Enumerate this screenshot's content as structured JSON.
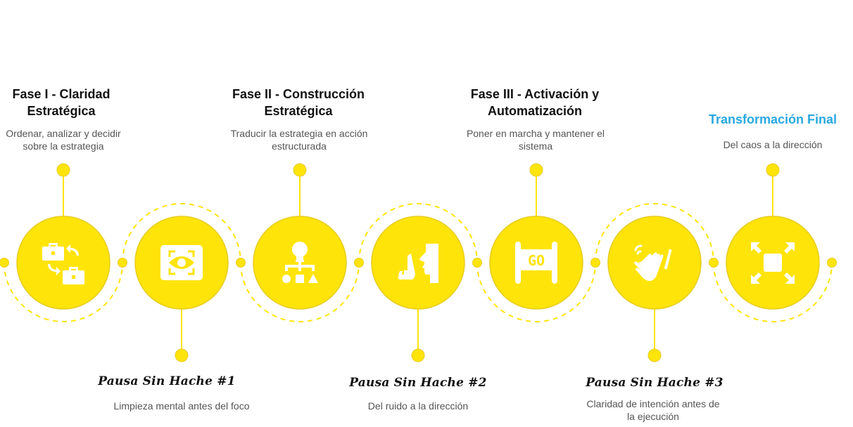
{
  "colors": {
    "yellow": "#FFE40A",
    "yellow_stroke": "#E8CC20",
    "accent_blue": "#29A8E0",
    "title_text": "#111111",
    "desc_text": "#555555"
  },
  "phases": [
    {
      "title_line1": "Fase I - Claridad",
      "title_line2": "Estratégica",
      "desc_line1": "Ordenar, analizar y decidir",
      "desc_line2": "sobre la estrategia",
      "icon": "toolbox-exchange-icon",
      "position": "top"
    },
    {
      "title": "Pausa Sin Hache #1",
      "desc_line1": "Limpieza mental antes del foco",
      "desc_line2": "",
      "icon": "focus-eye-icon",
      "position": "bottom"
    },
    {
      "title_line1": "Fase II - Construcción",
      "title_line2": "Estratégica",
      "desc_line1": "Traducir la estrategia en acción",
      "desc_line2": "estructurada",
      "icon": "idea-hierarchy-icon",
      "position": "top"
    },
    {
      "title": "Pausa Sin Hache #2",
      "desc_line1": "Del ruido a la dirección",
      "desc_line2": "",
      "icon": "silence-gesture-icon",
      "position": "bottom"
    },
    {
      "title_line1": "Fase III - Activación y",
      "title_line2": "Automatización",
      "desc_line1": "Poner en marcha y mantener el",
      "desc_line2": "sistema",
      "icon": "go-sign-icon",
      "position": "top"
    },
    {
      "title": "Pausa Sin Hache #3",
      "desc_line1": "Claridad de intención antes de",
      "desc_line2": "la ejecución",
      "icon": "clapping-hands-icon",
      "position": "bottom"
    },
    {
      "title": "Transformación Final",
      "desc_line1": "Del caos a la dirección",
      "desc_line2": "",
      "icon": "expand-arrows-icon",
      "position": "top"
    }
  ]
}
